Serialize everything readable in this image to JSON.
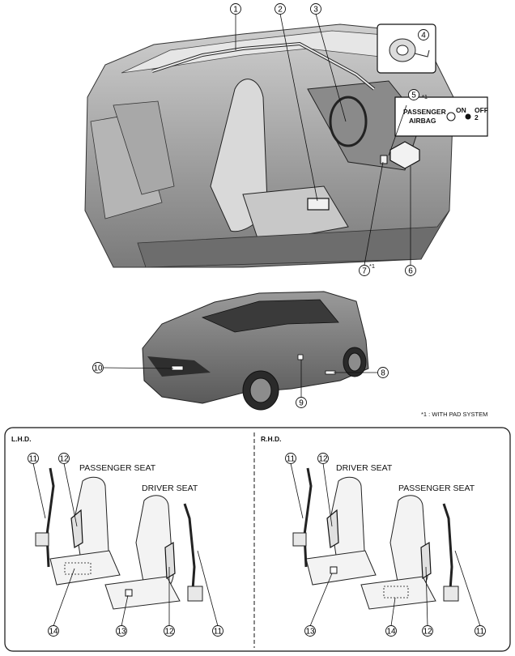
{
  "callouts": {
    "c1": "1",
    "c2": "2",
    "c3": "3",
    "c4": "4",
    "c5": "5",
    "c6": "6",
    "c7": "7",
    "c8": "8",
    "c9": "9",
    "c10": "10",
    "c11": "11",
    "c12": "12",
    "c13": "13",
    "c14": "14"
  },
  "notes": {
    "star1": "*1",
    "footnote": "*1 :  WITH PAD SYSTEM"
  },
  "indicator": {
    "line1": "PASSENGER",
    "line2": "AIRBAG",
    "on": "ON",
    "off": "OFF",
    "two": "2"
  },
  "panels": {
    "lhd": {
      "title": "L.H.D.",
      "left_seat": "PASSENGER SEAT",
      "right_seat": "DRIVER SEAT"
    },
    "rhd": {
      "title": "R.H.D.",
      "left_seat": "DRIVER SEAT",
      "right_seat": "PASSENGER SEAT"
    }
  }
}
